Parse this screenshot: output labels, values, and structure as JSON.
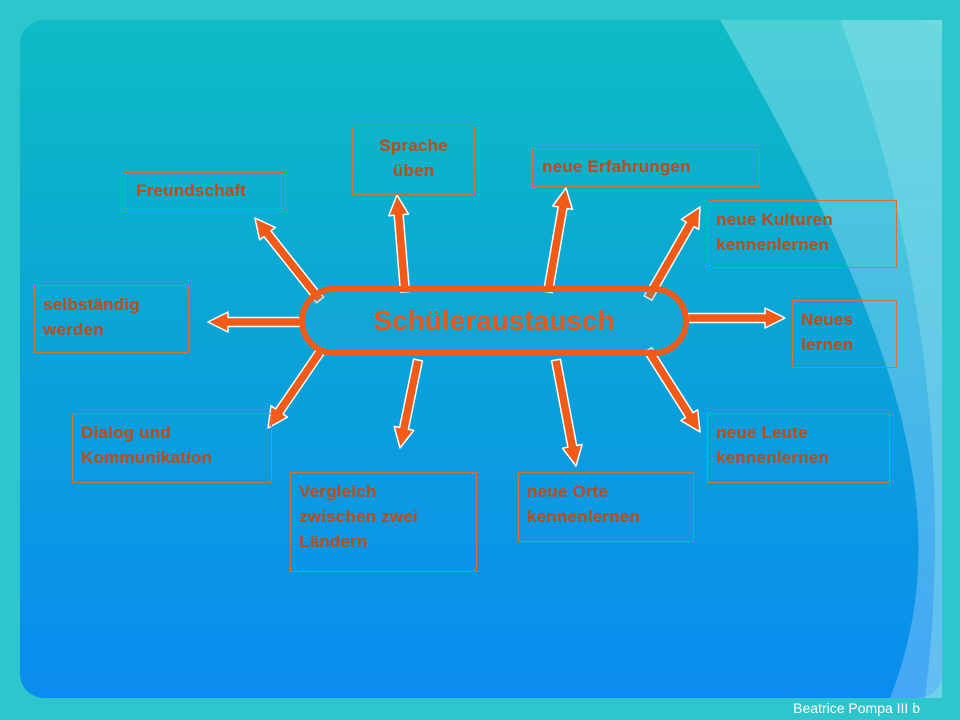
{
  "center": {
    "label": "Schüleraustausch"
  },
  "nodes": {
    "sprache": "Sprache\nüben",
    "erfahrungen": "neue Erfahrungen",
    "freundschaft": "Freundschaft",
    "kulturen": "neue Kulturen\nkennenlernen",
    "selbstaendig": "selbständig\nwerden",
    "neues": "Neues\nlernen",
    "dialog": "Dialog und\nKommunikation",
    "leute": "neue Leute\nkennenlernen",
    "vergleich": "Vergleich\nzwischen zwei\nLändern",
    "orte": "neue Orte\nkennenlernen"
  },
  "footer": {
    "author": "Beatrice Pompa III b"
  },
  "colors": {
    "arrow_fill": "#f25a18",
    "arrow_edge": "#ffffff",
    "text": "#c24a12",
    "box_border": "#d8742a"
  }
}
